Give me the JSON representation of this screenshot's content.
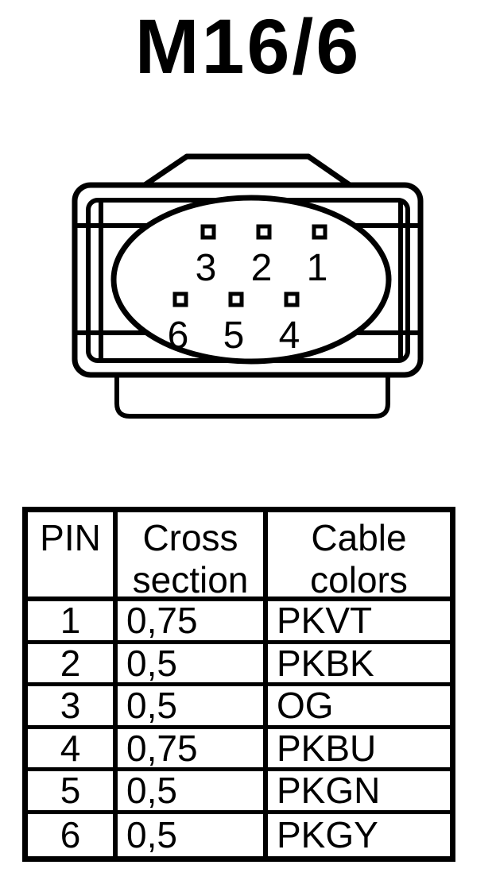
{
  "page": {
    "background": "#ffffff",
    "ink": "#000000"
  },
  "title": "M16/6",
  "connector": {
    "description": "6-pin connector front view",
    "pins_top": [
      "3",
      "2",
      "1"
    ],
    "pins_bottom": [
      "6",
      "5",
      "4"
    ]
  },
  "table": {
    "headers": {
      "pin": "PIN",
      "cross": "Cross\nsection",
      "colors": "Cable\ncolors"
    },
    "rows": [
      {
        "pin": "1",
        "cross": "0,75",
        "color": "PKVT"
      },
      {
        "pin": "2",
        "cross": "0,5",
        "color": "PKBK"
      },
      {
        "pin": "3",
        "cross": "0,5",
        "color": "OG"
      },
      {
        "pin": "4",
        "cross": "0,75",
        "color": "PKBU"
      },
      {
        "pin": "5",
        "cross": "0,5",
        "color": "PKGN"
      },
      {
        "pin": "6",
        "cross": "0,5",
        "color": "PKGY"
      }
    ]
  }
}
